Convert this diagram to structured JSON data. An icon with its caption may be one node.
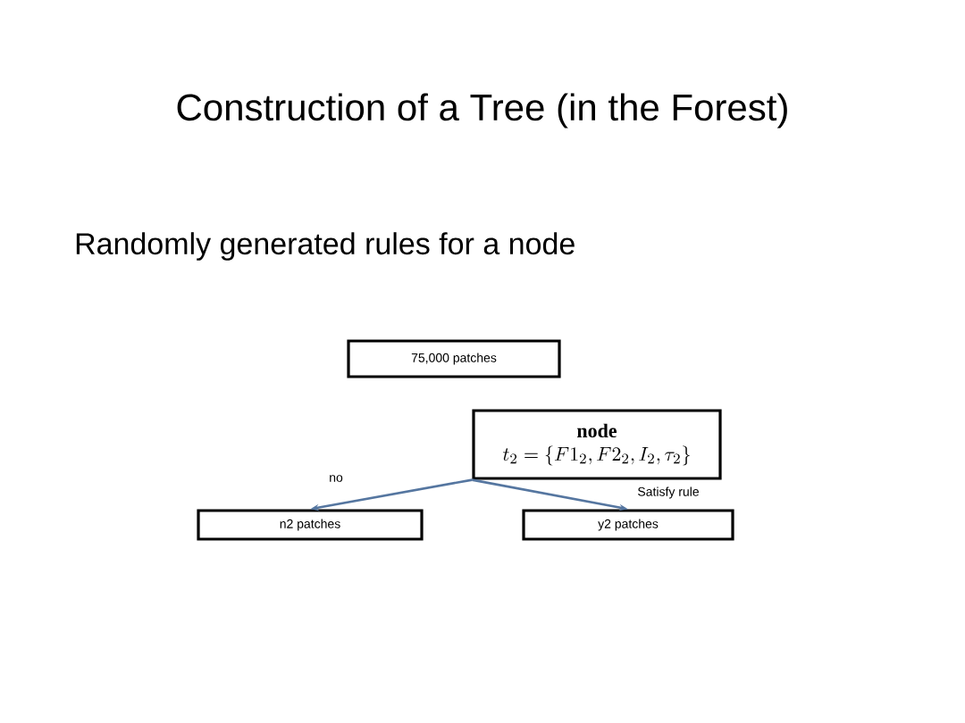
{
  "diagram": {
    "title": "Construction of a Tree (in the Forest)",
    "nodes": [
      {
        "text": [
          "75,000 patches"
        ]
      },
      {
        "text": [
          "node",
          "t_2 = \\{F1_2, F2_2, I_2, \\tau_2\\}"
        ]
      },
      {
        "text": [
          "n2 patches"
        ]
      },
      {
        "text": [
          "y2 patches"
        ]
      }
    ],
    "edges": [
      {
        "from": 1,
        "to": 2,
        "arrow": "to",
        "label": "no"
      },
      {
        "from": 1,
        "to": 3,
        "arrow": "to",
        "label": "Satisfy rule"
      }
    ],
    "labels": [
      "Randomly generated rules for a node"
    ]
  }
}
